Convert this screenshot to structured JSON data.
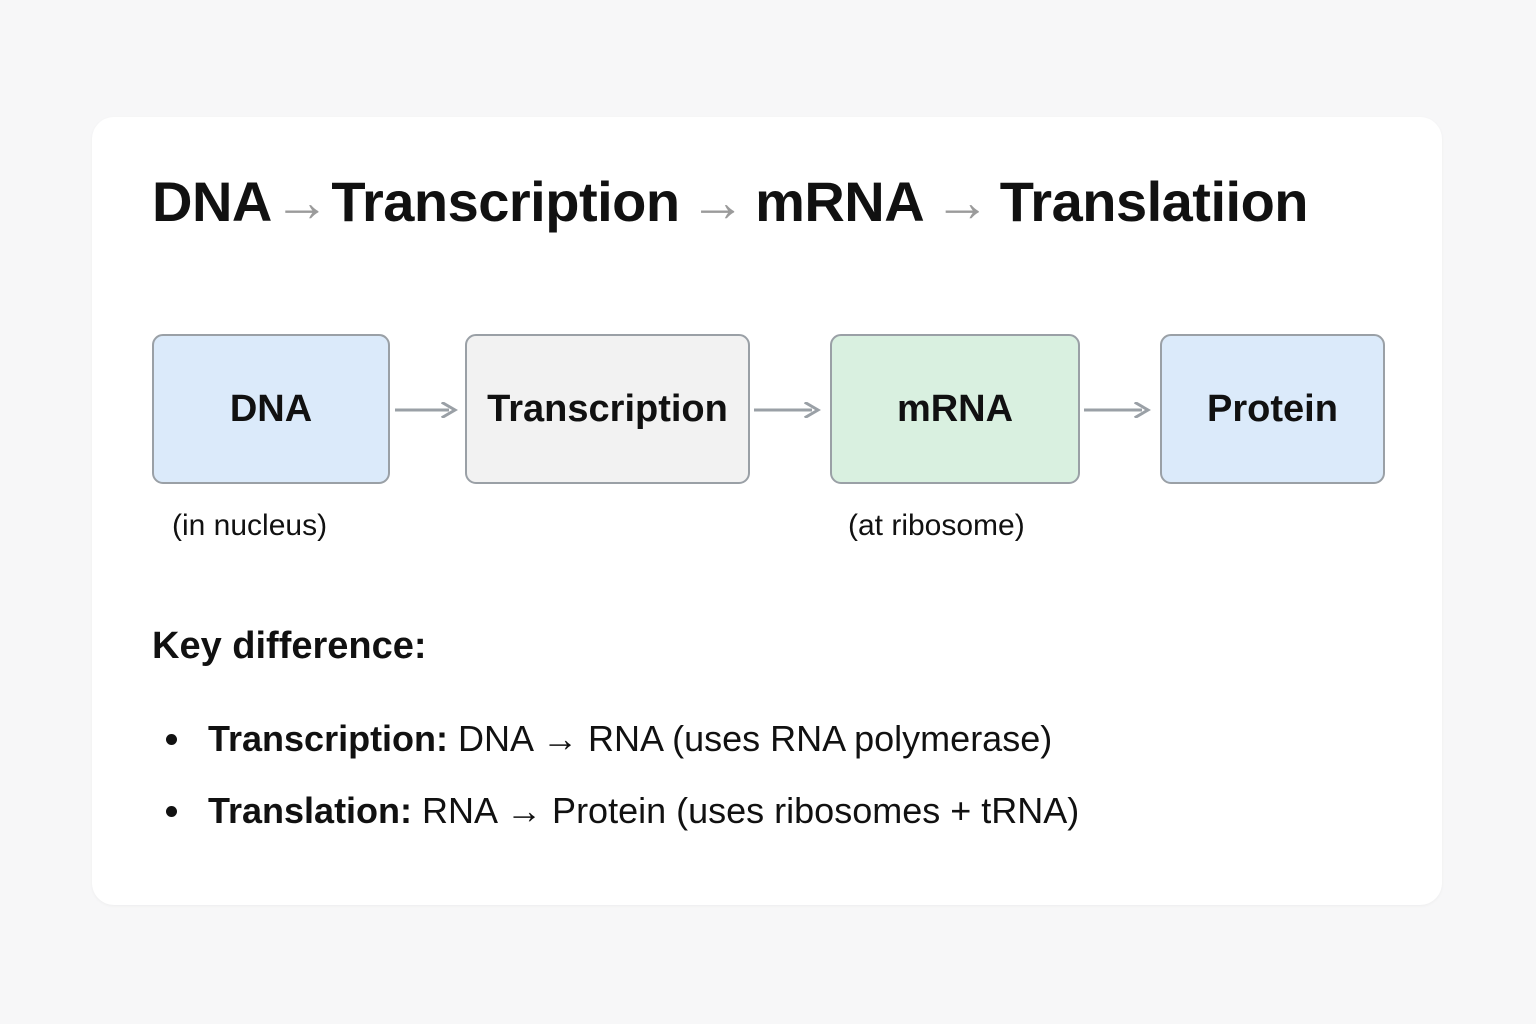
{
  "page": {
    "background_color": "#f7f7f8",
    "card_color": "#ffffff"
  },
  "title": {
    "part1": "DNA",
    "arrow1": "→",
    "part2": "Transcription",
    "arrow2": "→",
    "part3": "mRNA",
    "arrow3": "→",
    "part4": "Translatiion",
    "full_text": "DNA → Transcription → mRNA → Translatiion"
  },
  "flow": {
    "arrow_color": "#9aa0a6",
    "nodes": [
      {
        "label": "DNA",
        "fill": "#dbeafa",
        "border": "#9aa0a6",
        "caption": "(in nucleus)"
      },
      {
        "label": "Transcription",
        "fill": "#f2f2f2",
        "border": "#9aa0a6",
        "caption": ""
      },
      {
        "label": "mRNA",
        "fill": "#d9f0e0",
        "border": "#9aa0a6",
        "caption": "(at ribosome)"
      },
      {
        "label": "Protein",
        "fill": "#dbeafa",
        "border": "#9aa0a6",
        "caption": ""
      }
    ],
    "connector_glyph": "→"
  },
  "captions": {
    "nucleus": "(in nucleus)",
    "ribosome": "(at ribosome)"
  },
  "key_difference": {
    "heading": "Key difference:",
    "items": [
      {
        "term": "Transcription:",
        "detail": " DNA → RNA (uses RNA polymerase)"
      },
      {
        "term": "Translation:",
        "detail": " RNA → Protein (uses ribosomes + tRNA)"
      }
    ]
  }
}
